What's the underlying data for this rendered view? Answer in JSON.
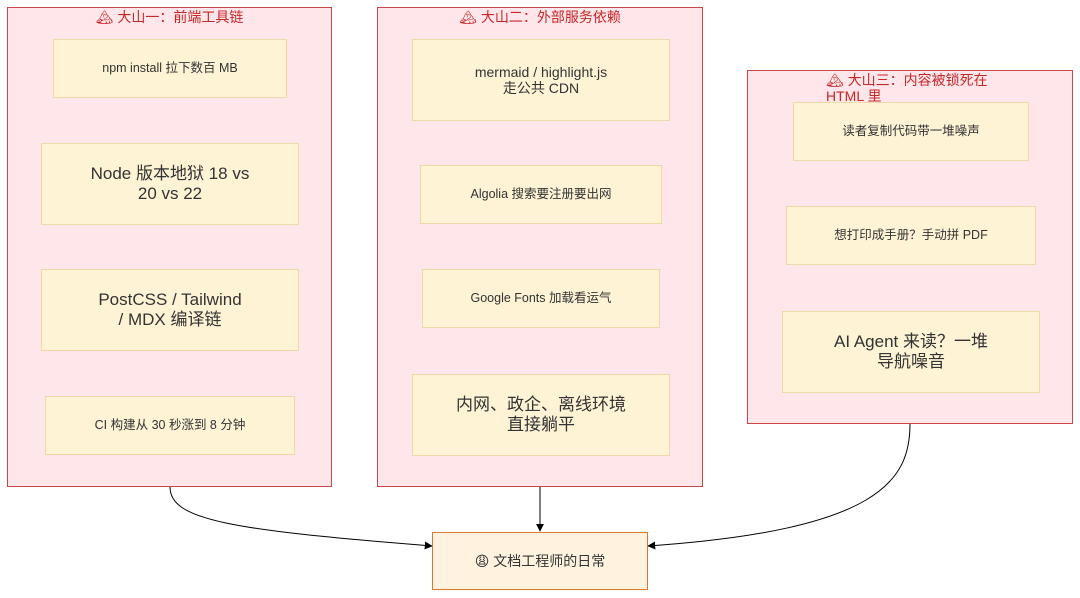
{
  "groups": [
    {
      "title": "🏔 大山一：前端工具链",
      "nodes": [
        "npm install 拉下数百 MB",
        "Node 版本地狱 18 vs\n20 vs 22",
        "PostCSS / Tailwind\n/ MDX 编译链",
        "CI 构建从 30 秒涨到 8 分钟"
      ]
    },
    {
      "title": "🏔 大山二：外部服务依赖",
      "nodes": [
        "mermaid / highlight.js\n走公共 CDN",
        "Algolia 搜索要注册要出网",
        "Google Fonts 加载看运气",
        "内网、政企、离线环境\n直接躺平"
      ]
    },
    {
      "title": "🏔 大山三：内容被锁死在 HTML 里",
      "nodes": [
        "读者复制代码带一堆噪声",
        "想打印成手册？手动拼 PDF",
        "AI Agent 来读？一堆\n导航噪音"
      ]
    }
  ],
  "final": {
    "label": "😩 文档工程师的日常"
  },
  "colors": {
    "group_fill": "#ffe6ea",
    "group_border": "#c8484a",
    "node_fill": "#fff3d6",
    "final_border": "#e0782c",
    "edge": "#000000"
  }
}
